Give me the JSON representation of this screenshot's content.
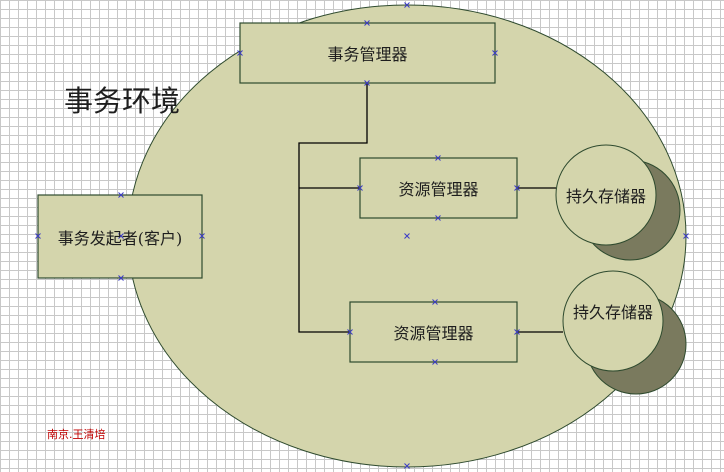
{
  "diagram": {
    "environment": {
      "label": "事务环境"
    },
    "nodes": {
      "transaction_manager": {
        "label": "事务管理器"
      },
      "initiator": {
        "label": "事务发起者(客户)"
      },
      "resource_manager_1": {
        "label": "资源管理器"
      },
      "resource_manager_2": {
        "label": "资源管理器"
      },
      "storage_1": {
        "label": "持久存储器"
      },
      "storage_2": {
        "label": "持久存储器"
      }
    },
    "credit": "南京.王清培"
  },
  "colors": {
    "fill": "#d4d5ac",
    "stroke": "#2e4a2e",
    "shadow": "#7a7a5e",
    "handle": "#3a3ac8",
    "credit": "#c00000"
  }
}
